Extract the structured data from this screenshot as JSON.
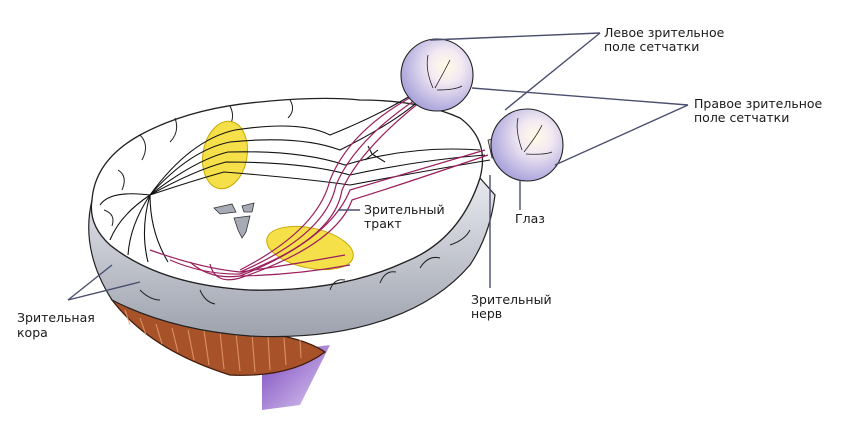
{
  "diagram": {
    "title": "Зрительный путь",
    "labels": {
      "left_field_line1": "Левое зрительное",
      "left_field_line2": "поле сетчатки",
      "right_field_line1": "Правое зрительное",
      "right_field_line2": "поле сетчатки",
      "eye": "Глаз",
      "optic_tract_line1": "Зрительный",
      "optic_tract_line2": "тракт",
      "optic_nerve_line1": "Зрительный",
      "optic_nerve_line2": "нерв",
      "visual_cortex_line1": "Зрительная",
      "visual_cortex_line2": "кора"
    },
    "colors": {
      "brain_gray": "#b9bcc6",
      "brain_gray_light": "#dfe1e8",
      "cerebellum": "#a8522a",
      "nucleus_yellow": "#f5e04a",
      "pathway_magenta": "#9a1f5e",
      "eyeball": "#c9c4ee",
      "brainstem": "#7b3fc0",
      "leader_line": "#4a4f6e"
    }
  }
}
